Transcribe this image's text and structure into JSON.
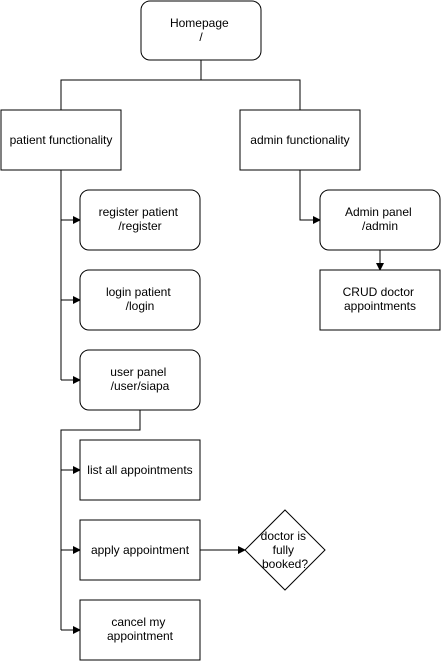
{
  "diagram": {
    "nodes": {
      "homepage": {
        "lines": [
          "Homepage",
          "/"
        ]
      },
      "patient_functionality": {
        "lines": [
          "patient functionality"
        ]
      },
      "admin_functionality": {
        "lines": [
          "admin functionality"
        ]
      },
      "register_patient": {
        "lines": [
          "register patient",
          "/register"
        ]
      },
      "login_patient": {
        "lines": [
          "login patient",
          "/login"
        ]
      },
      "user_panel": {
        "lines": [
          "user panel",
          "/user/siapa"
        ]
      },
      "list_appointments": {
        "lines": [
          "list all appointments"
        ]
      },
      "apply_appointment": {
        "lines": [
          "apply appointment"
        ]
      },
      "cancel_appointment": {
        "lines": [
          "cancel my",
          "appointment"
        ]
      },
      "doctor_fully_booked": {
        "lines": [
          "doctor is",
          "fully",
          "booked?"
        ]
      },
      "admin_panel": {
        "lines": [
          "Admin panel",
          "/admin"
        ]
      },
      "crud_doctor_appointments": {
        "lines": [
          "CRUD doctor",
          "appointments"
        ]
      }
    },
    "edges": [
      [
        "homepage",
        "patient_functionality"
      ],
      [
        "homepage",
        "admin_functionality"
      ],
      [
        "patient_functionality",
        "register_patient"
      ],
      [
        "patient_functionality",
        "login_patient"
      ],
      [
        "patient_functionality",
        "user_panel"
      ],
      [
        "user_panel",
        "list_appointments"
      ],
      [
        "user_panel",
        "apply_appointment"
      ],
      [
        "user_panel",
        "cancel_appointment"
      ],
      [
        "apply_appointment",
        "doctor_fully_booked"
      ],
      [
        "admin_functionality",
        "admin_panel"
      ],
      [
        "admin_panel",
        "crud_doctor_appointments"
      ]
    ],
    "colors": {
      "stroke": "#000000",
      "fill": "#ffffff",
      "text": "#000000"
    }
  }
}
